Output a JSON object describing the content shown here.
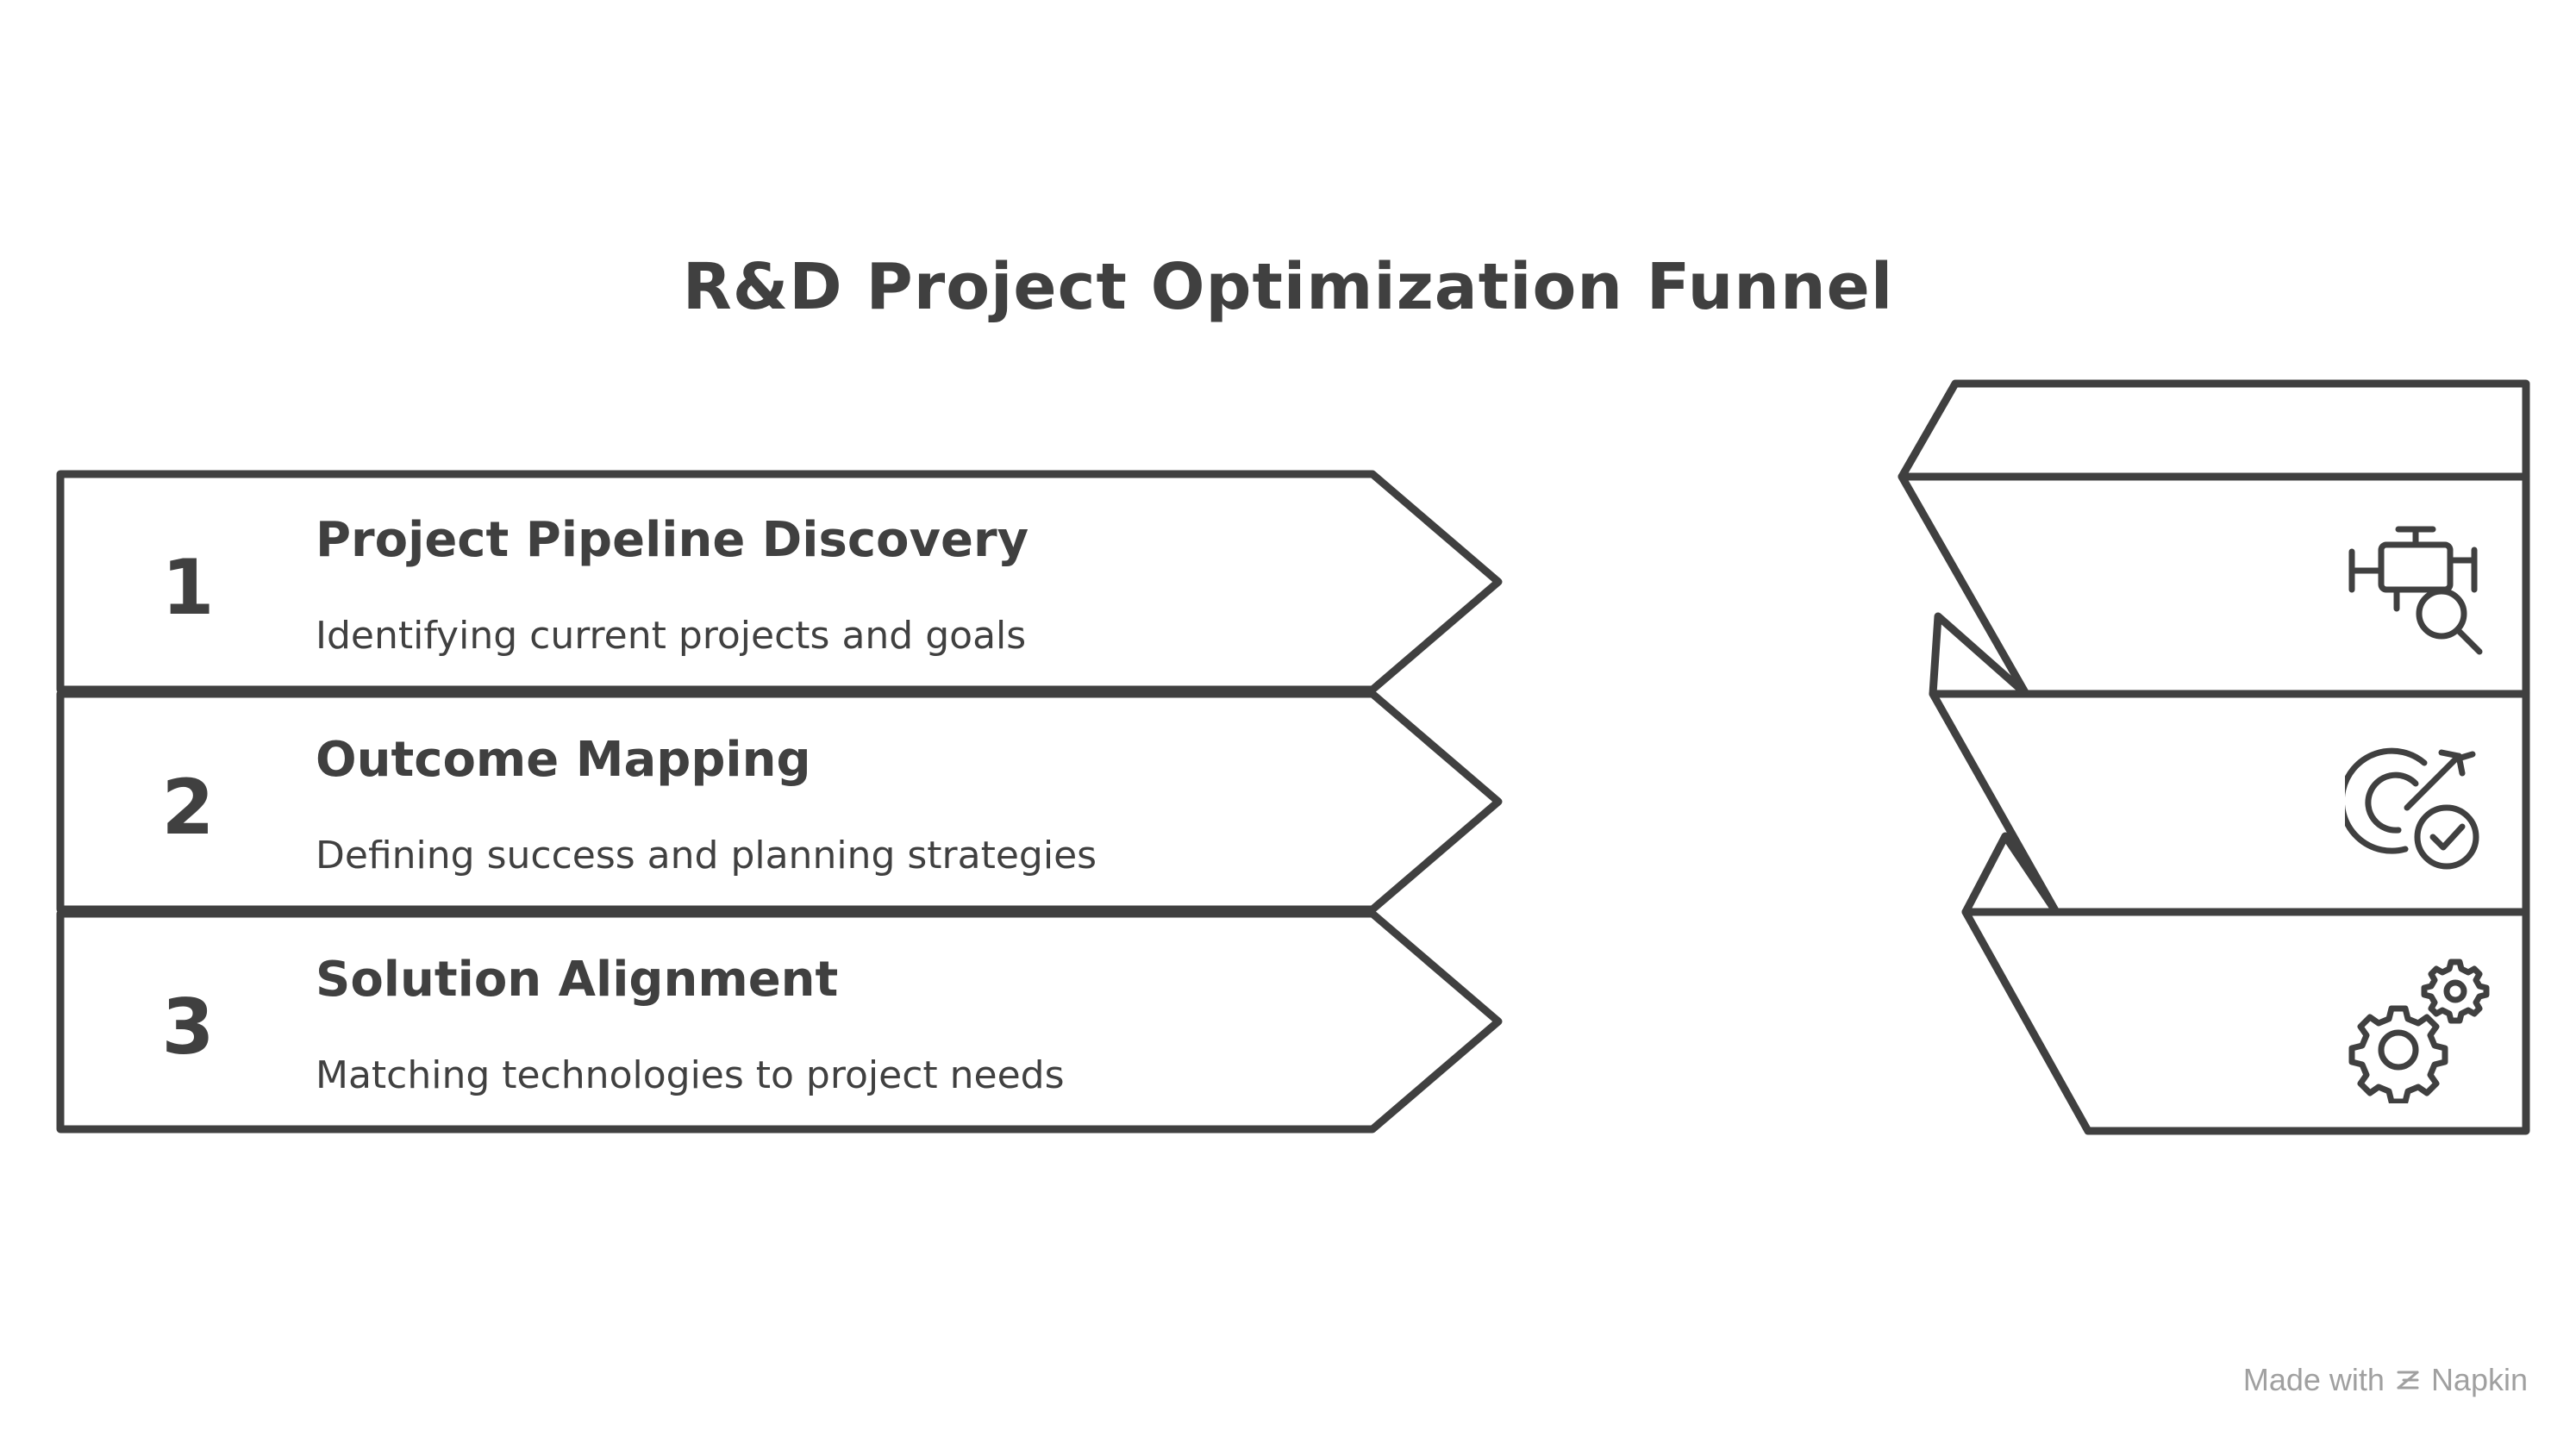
{
  "title": "R&D Project Optimization Funnel",
  "steps": [
    {
      "number": "1",
      "title": "Project Pipeline Discovery",
      "description": "Identifying current projects and goals",
      "icon": "pipeline-search-icon"
    },
    {
      "number": "2",
      "title": "Outcome Mapping",
      "description": "Defining success and planning strategies",
      "icon": "target-check-icon"
    },
    {
      "number": "3",
      "title": "Solution Alignment",
      "description": "Matching technologies to project needs",
      "icon": "gears-icon"
    }
  ],
  "footer": {
    "made_with": "Made with",
    "brand": "Napkin"
  },
  "colors": {
    "stroke": "#404040",
    "text": "#404040",
    "footer": "#a0a0a0",
    "background": "#ffffff"
  }
}
